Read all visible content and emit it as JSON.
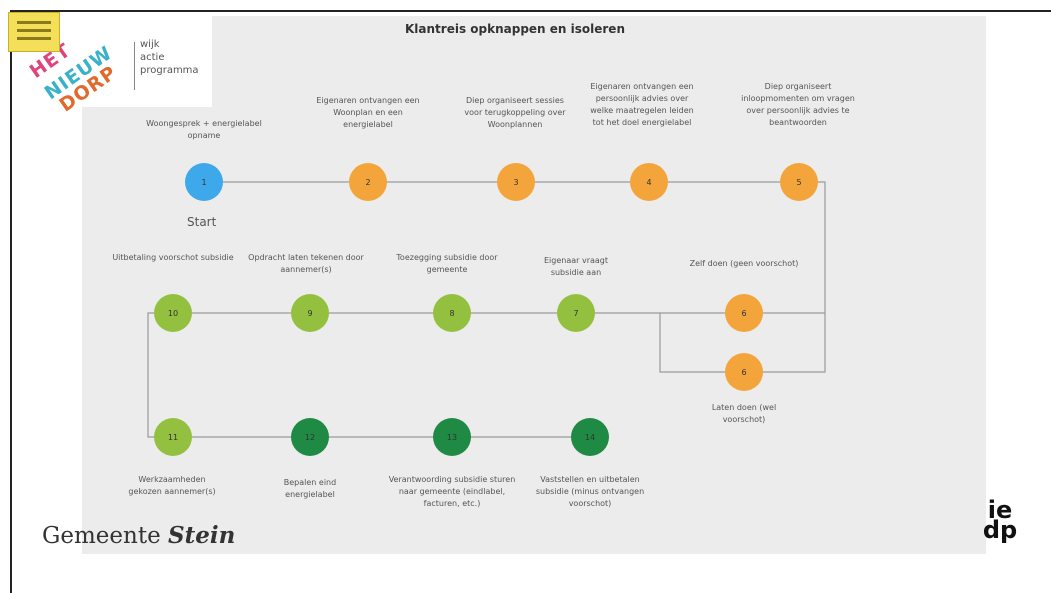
{
  "title": "Klantreis opknappen en isoleren",
  "logo": {
    "words": [
      "HET",
      "NIEUW",
      "DORP"
    ],
    "subtitle": [
      "wijk",
      "actie",
      "programma"
    ]
  },
  "start_label": "Start",
  "footer": {
    "municipality_prefix": "Gemeente",
    "municipality_name": "Stein",
    "brand_top": "ie",
    "brand_bottom": "dp"
  },
  "colors": {
    "start": "#3da8ea",
    "orange": "#f3a53b",
    "light_green": "#93c13f",
    "dark_green": "#1f8a44"
  },
  "steps": [
    {
      "number": "1",
      "label": "Woongesprek + energielabel opname"
    },
    {
      "number": "2",
      "label": "Eigenaren ontvangen een Woonplan en een energielabel"
    },
    {
      "number": "3",
      "label": "Diep organiseert sessies voor terugkoppeling over Woonplannen"
    },
    {
      "number": "4",
      "label": "Eigenaren ontvangen een persoonlijk advies over welke maatregelen leiden tot het doel energielabel"
    },
    {
      "number": "5",
      "label": "Diep organiseert inloopmomenten om vragen over persoonlijk advies te beantwoorden"
    },
    {
      "number": "6",
      "label": "Zelf doen (geen voorschot)"
    },
    {
      "number": "6",
      "label": "Laten doen (wel voorschot)"
    },
    {
      "number": "7",
      "label": "Eigenaar vraagt subsidie aan"
    },
    {
      "number": "8",
      "label": "Toezegging subsidie door gemeente"
    },
    {
      "number": "9",
      "label": "Opdracht laten tekenen door aannemer(s)"
    },
    {
      "number": "10",
      "label": "Uitbetaling voorschot subsidie"
    },
    {
      "number": "11",
      "label": "Werkzaamheden gekozen aannemer(s)"
    },
    {
      "number": "12",
      "label": "Bepalen eind energielabel"
    },
    {
      "number": "13",
      "label": "Verantwoording subsidie sturen naar gemeente (eindlabel, facturen, etc.)"
    },
    {
      "number": "14",
      "label": "Vaststellen en uitbetalen subsidie (minus ontvangen voorschot)"
    }
  ]
}
